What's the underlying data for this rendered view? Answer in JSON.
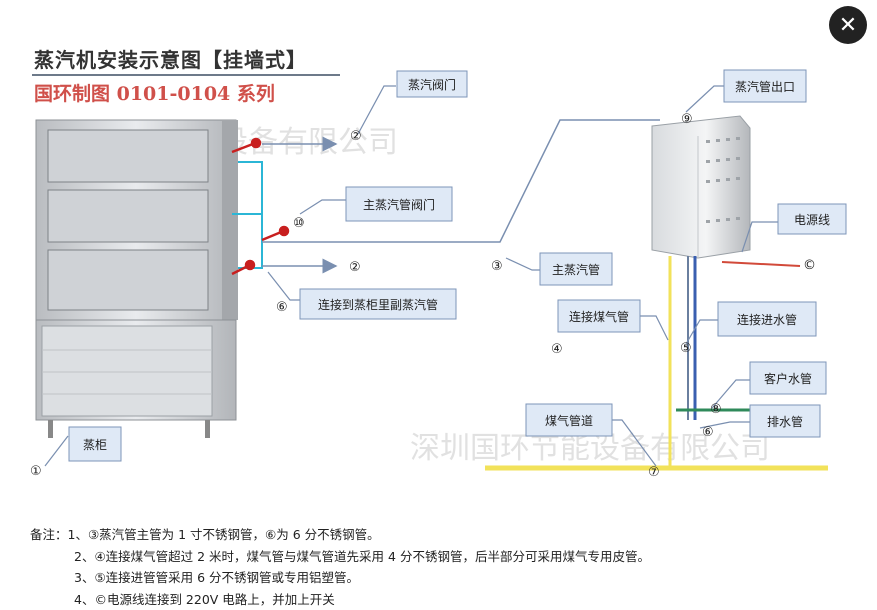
{
  "title": "蒸汽机安装示意图【挂墙式】",
  "subtitle": "国环制图 0101-0104 系列",
  "watermarks": [
    "深圳国环节能设备有限公司",
    "深圳国环节能设备有限公司"
  ],
  "labels": {
    "steam_valve": "蒸汽阀门",
    "main_steam_valve": "主蒸汽管阀门",
    "connect_cabinet_pipe": "连接到蒸柜里副蒸汽管",
    "cabinet": "蒸柜",
    "steam_outlet": "蒸汽管出口",
    "power_line": "电源线",
    "main_steam_pipe": "主蒸汽管",
    "gas_connect": "连接煤气管",
    "water_inlet": "连接进水管",
    "customer_water": "客户水管",
    "drain": "排水管",
    "gas_pipeline": "煤气管道"
  },
  "markers": {
    "m1": "①",
    "m2a": "②",
    "m2b": "②",
    "m3": "③",
    "m4": "④",
    "m5": "⑤",
    "m6a": "⑥",
    "m6b": "⑥",
    "m7": "⑦",
    "m8": "⑧",
    "m9": "⑨",
    "m10": "⑩",
    "mc": "©"
  },
  "notes": {
    "line1": "备注：1、③蒸汽管主管为 1 寸不锈钢管，⑥为 6 分不锈钢管。",
    "line2": "2、④连接煤气管超过 2 米时，煤气管与煤气管道先采用 4 分不锈钢管，后半部分可采用煤气专用皮管。",
    "line3": "3、⑤连接进管管采用 6 分不锈钢管或专用铝塑管。",
    "line4": "4、©电源线连接到 220V 电路上，并加上开关"
  },
  "icons": {
    "close": "close-icon"
  },
  "colors": {
    "gas_yellow": "#f2e25a",
    "water_blue": "#3a5fb0",
    "steam_cyan": "#2bb6d6",
    "drain_green": "#2f8a5a",
    "valve_red": "#c81f1f",
    "label_fill": "#dfe9f6",
    "label_stroke": "#7d95b8"
  }
}
